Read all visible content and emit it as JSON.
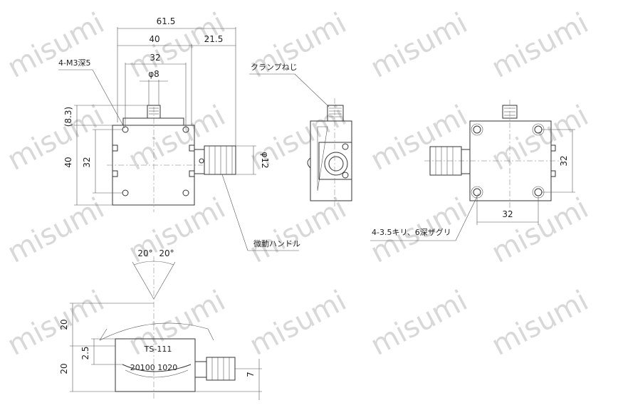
{
  "watermark": "misumi",
  "dimensions": {
    "total_width": "61.5",
    "body_width": "40",
    "knob_extension": "21.5",
    "hole_pitch": "32",
    "shaft_dia": "φ8",
    "top_offset": "(8.3)",
    "body_height": "40",
    "hole_pitch_v": "32",
    "knob_dia": "φ12",
    "right_hole_pitch_v": "32",
    "right_hole_pitch_h": "32",
    "angle_left": "20°",
    "angle_right": "20°",
    "height_top": "20",
    "height_bottom": "20",
    "height_small": "2.5",
    "knob_height": "7"
  },
  "labels": {
    "mount_holes": "4-M3深5",
    "clamp_screw": "クランプねじ",
    "micro_handle": "微動ハンドル",
    "counterbore_holes": "4-3.5キリ、6深ザグリ",
    "scale_label": "20100 1020",
    "scale_top": "TS-111"
  }
}
